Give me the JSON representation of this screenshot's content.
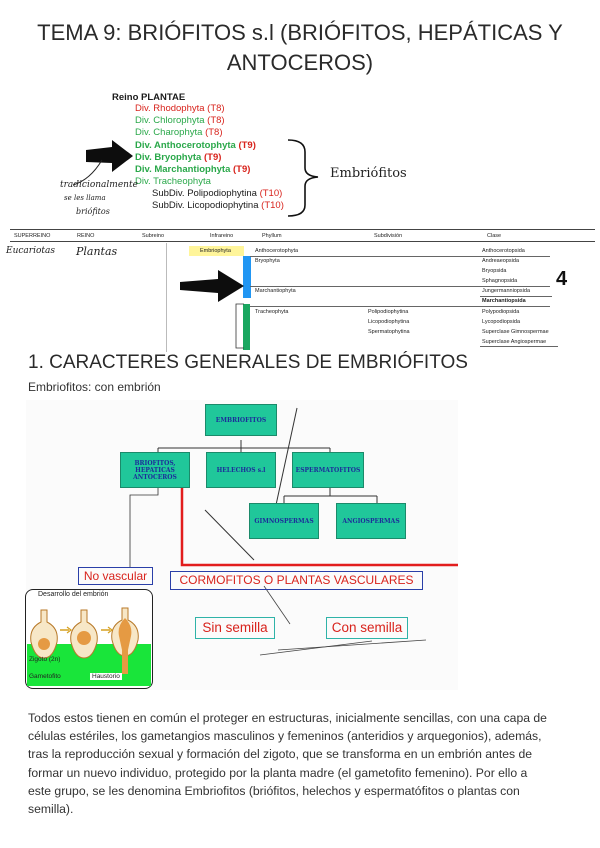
{
  "title": "TEMA 9: BRIÓFITOS s.l (BRIÓFITOS, HEPÁTICAS Y ANTOCEROS)",
  "classification": {
    "heading": "Reino PLANTAE",
    "rows": [
      {
        "name": "Div. Rhodophyta",
        "tag": "(T8)"
      },
      {
        "name": "Div. Chlorophyta",
        "tag": "(T8)"
      },
      {
        "name": "Div. Charophyta",
        "tag": "(T8)"
      },
      {
        "name": "Div. Anthocerotophyta",
        "tag": "(T9)"
      },
      {
        "name": "Div. Bryophyta",
        "tag": "(T9)"
      },
      {
        "name": "Div. Marchantiophyta",
        "tag": "(T9)"
      },
      {
        "name": "Div. Tracheophyta",
        "tag": ""
      },
      {
        "name": "SubDiv. Polipodiophytina",
        "tag": "(T10)"
      },
      {
        "name": "SubDiv. Licopodiophytina",
        "tag": "(T10)"
      }
    ],
    "brace_label": "Embriófitos",
    "handwritten_note": [
      "tradicionalmente",
      "se les llama",
      "briófitos"
    ]
  },
  "taxonomy_table": {
    "headers": [
      "SUPERREINO",
      "REINO",
      "Subreino",
      "Infrareino",
      "Phyllum",
      "Subdivisión",
      "Clase"
    ],
    "handwritten": [
      "Eucariotas",
      "Plantas"
    ],
    "infrareino": "Embriophyta",
    "phyla": [
      "Anthocerotophyta",
      "Bryophyta",
      "Marchantiophyta",
      "Tracheophyta"
    ],
    "subdivisions": [
      "Polipodiophytina",
      "Licopodiophytina",
      "Spermatophytina"
    ],
    "classes": [
      "Anthocerotopsida",
      "Andreaeopsida",
      "Bryopsida",
      "Sphagnopsida",
      "Jungermanniopsida",
      "Marchantiopsida",
      "Polypodiopsida",
      "Lycopodiopsida",
      "Superclase Gimnospermae",
      "Superclase Angiospermae"
    ],
    "page_number": "4"
  },
  "section": {
    "heading": "1. CARACTERES GENERALES DE EMBRIÓFITOS",
    "subheading": "Embriofitos: con embrión"
  },
  "diagram": {
    "root": "EMBRIOFITOS",
    "level2": [
      "BRIOFITOS, HEPATICAS ANTOCEROS",
      "HELECHOS s.l",
      "ESPERMATOFITOS"
    ],
    "level3": [
      "GIMNOSPERMAS",
      "ANGIOSPERMAS"
    ],
    "no_vascular": "No vascular",
    "cormofitos": "CORMOFITOS O PLANTAS VASCULARES",
    "sin_semilla": "Sin semilla",
    "con_semilla": "Con semilla",
    "embryo_title": "Desarrollo del embrión",
    "zigoto": "Zigoto (2n)",
    "gametofito": "Gametofito",
    "haustorio": "Haustorio"
  },
  "paragraph": "Todos estos tienen en común el proteger en estructuras, inicialmente sencillas, con una capa de células estériles, los gametangios masculinos y femeninos (anteridios y arquegonios), además, tras la reproducción sexual y formación del zigoto, que se transforma en un embrión antes de formar un nuevo individuo, protegido por la planta madre (el gametofito femenino). Por ello a este grupo, se les denomina Embriofitos (briófitos, helechos y espermatófitos o plantas con semilla).",
  "colors": {
    "red": "#d8231c",
    "green": "#2aa84a",
    "box": "#20c79a",
    "box_text": "#1c2e9a",
    "blue_bar": "#2196f3"
  }
}
